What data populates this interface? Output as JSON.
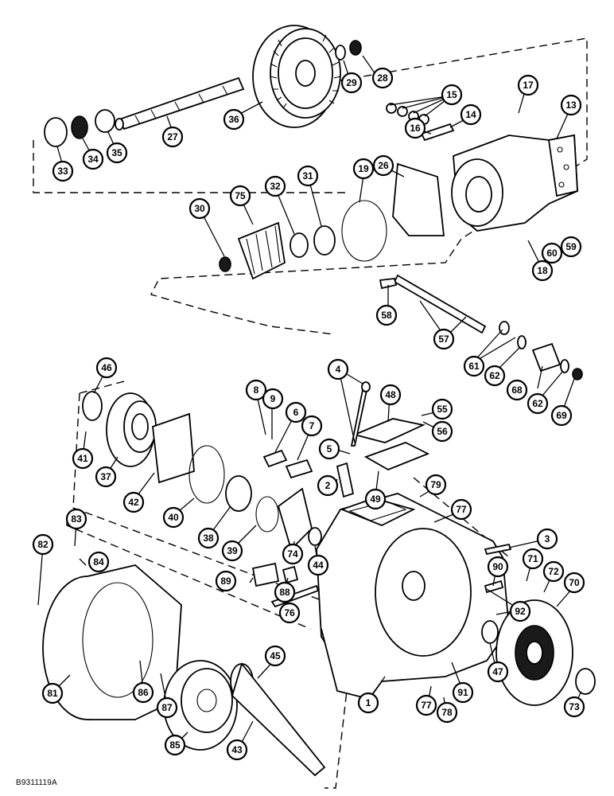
{
  "drawing_ref": "B9311119A",
  "callouts": [
    "1",
    "2",
    "3",
    "4",
    "5",
    "6",
    "7",
    "8",
    "9",
    "13",
    "14",
    "15",
    "16",
    "17",
    "18",
    "19",
    "26",
    "27",
    "28",
    "29",
    "30",
    "31",
    "32",
    "33",
    "34",
    "35",
    "36",
    "37",
    "38",
    "39",
    "40",
    "41",
    "42",
    "43",
    "44",
    "45",
    "46",
    "47",
    "48",
    "49",
    "55",
    "56",
    "57",
    "58",
    "59",
    "60",
    "61",
    "62",
    "62",
    "68",
    "69",
    "70",
    "71",
    "72",
    "73",
    "74",
    "75",
    "76",
    "77",
    "77",
    "78",
    "79",
    "81",
    "82",
    "83",
    "84",
    "85",
    "86",
    "87",
    "88",
    "89",
    "90",
    "91",
    "92"
  ]
}
